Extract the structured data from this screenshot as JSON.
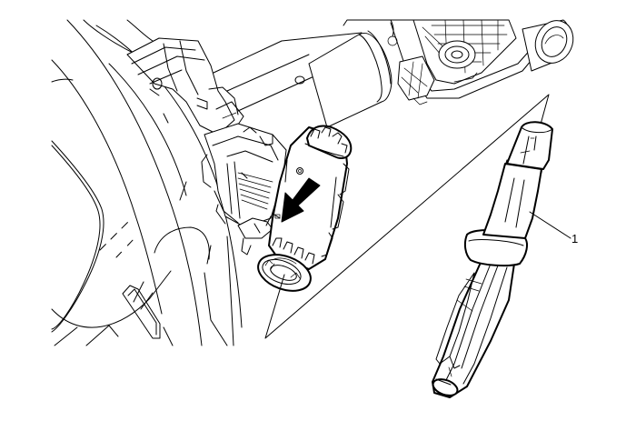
{
  "figure": {
    "description": "Steering column ignition lock cylinder housing with removal direction arrow and detail callout of special tool",
    "background": "#ffffff",
    "line_color": "#000000",
    "callouts": [
      {
        "id": "1",
        "label": "1",
        "target": "special-tool"
      }
    ],
    "arrow": {
      "direction": "down-left",
      "meaning": "removal-direction"
    }
  }
}
